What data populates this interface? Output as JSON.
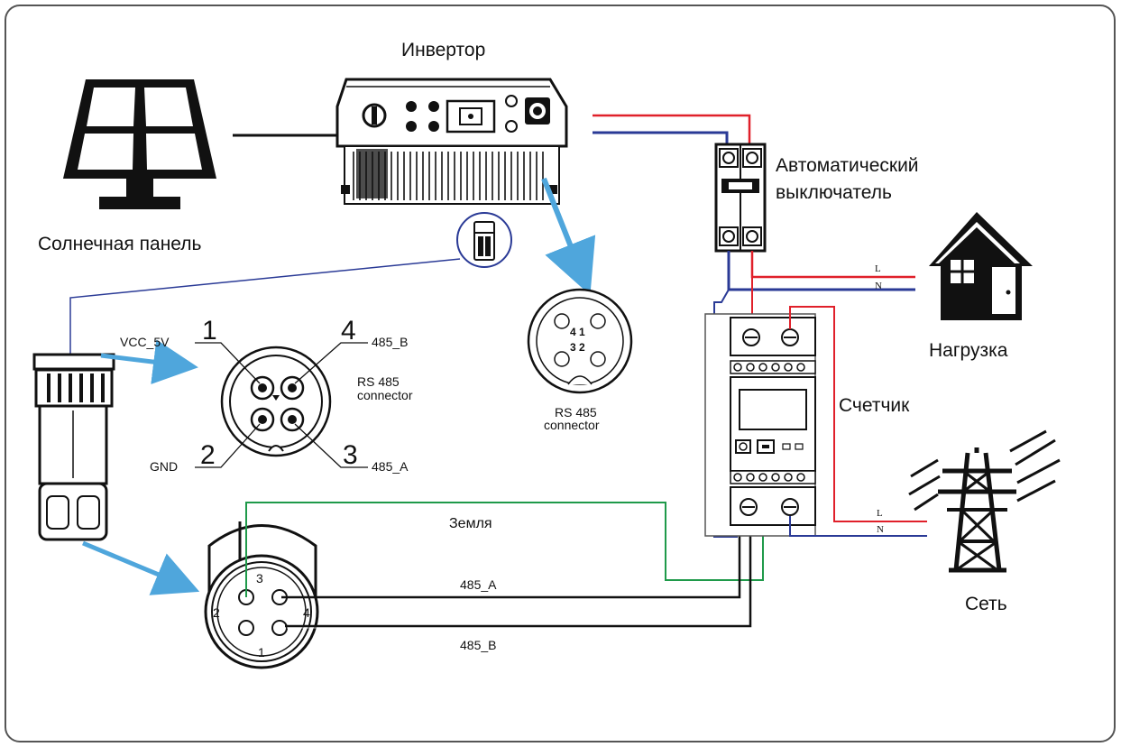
{
  "labels": {
    "inverter": "Инвертор",
    "solar_panel": "Солнечная панель",
    "breaker_line1": "Автоматический",
    "breaker_line2": "выключатель",
    "load": "Нагрузка",
    "meter": "Счетчик",
    "grid": "Сеть",
    "ground": "Земля",
    "line_L_top": "L",
    "line_N_top": "N",
    "line_L_bottom": "L",
    "line_N_bottom": "N"
  },
  "connector_pinout": {
    "vcc": "VCC_5V",
    "gnd": "GND",
    "b": "485_B",
    "a": "485_A",
    "pin1": "1",
    "pin2": "2",
    "pin3": "3",
    "pin4": "4",
    "title_line1": "RS 485",
    "title_line2": "connector"
  },
  "inverter_port": {
    "title_line1": "RS 485",
    "title_line2": "connector",
    "digits_top": "4 1",
    "digits_bottom": "3 2"
  },
  "round_connector": {
    "pin1": "1",
    "pin2": "2",
    "pin3": "3",
    "pin4": "4"
  },
  "wires": {
    "a_label": "485_A",
    "b_label": "485_B"
  },
  "colors": {
    "red_wire": "#e0202a",
    "blue_wire": "#2a3a96",
    "green_wire": "#1f9a4a",
    "arrow": "#4fa6dc",
    "dark": "#111111"
  }
}
